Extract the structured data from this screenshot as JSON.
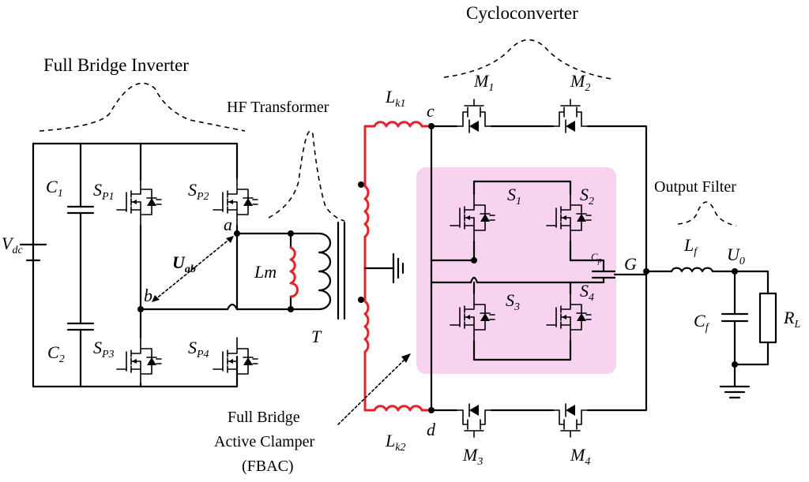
{
  "titles": {
    "inverter": "Full Bridge Inverter",
    "transformer": "HF Transformer",
    "cyclo": "Cycloconverter",
    "filter": "Output Filter",
    "fbac1": "Full Bridge",
    "fbac2": "Active Clamper",
    "fbac3": "(FBAC)"
  },
  "labels": {
    "vdc": {
      "main": "V",
      "sub": "dc"
    },
    "c1": {
      "main": "C",
      "sub": "1"
    },
    "c2": {
      "main": "C",
      "sub": "2"
    },
    "sp1": {
      "main": "S",
      "sub": "P1"
    },
    "sp2": {
      "main": "S",
      "sub": "P2"
    },
    "sp3": {
      "main": "S",
      "sub": "P3"
    },
    "sp4": {
      "main": "S",
      "sub": "P4"
    },
    "uab": {
      "main": "U",
      "sub": "ab"
    },
    "a": "a",
    "b": "b",
    "lm": "Lm",
    "t": "T",
    "lk1": {
      "main": "L",
      "sub": "k1"
    },
    "lk2": {
      "main": "L",
      "sub": "k2"
    },
    "c": "c",
    "d": "d",
    "m1": {
      "main": "M",
      "sub": "1"
    },
    "m2": {
      "main": "M",
      "sub": "2"
    },
    "m3": {
      "main": "M",
      "sub": "3"
    },
    "m4": {
      "main": "M",
      "sub": "4"
    },
    "s1": {
      "main": "S",
      "sub": "1"
    },
    "s2": {
      "main": "S",
      "sub": "2"
    },
    "s3": {
      "main": "S",
      "sub": "3"
    },
    "s4": {
      "main": "S",
      "sub": "4"
    },
    "cp": {
      "main": "C",
      "sub": "p"
    },
    "g": "G",
    "lf": {
      "main": "L",
      "sub": "f"
    },
    "u0": {
      "main": "U",
      "sub": "0"
    },
    "cf": {
      "main": "C",
      "sub": "f"
    },
    "rl": {
      "main": "R",
      "sub": "L"
    }
  },
  "colors": {
    "wire": "#000000",
    "winding": "#e8202a",
    "clamper_fill": "#f7d3ef"
  }
}
